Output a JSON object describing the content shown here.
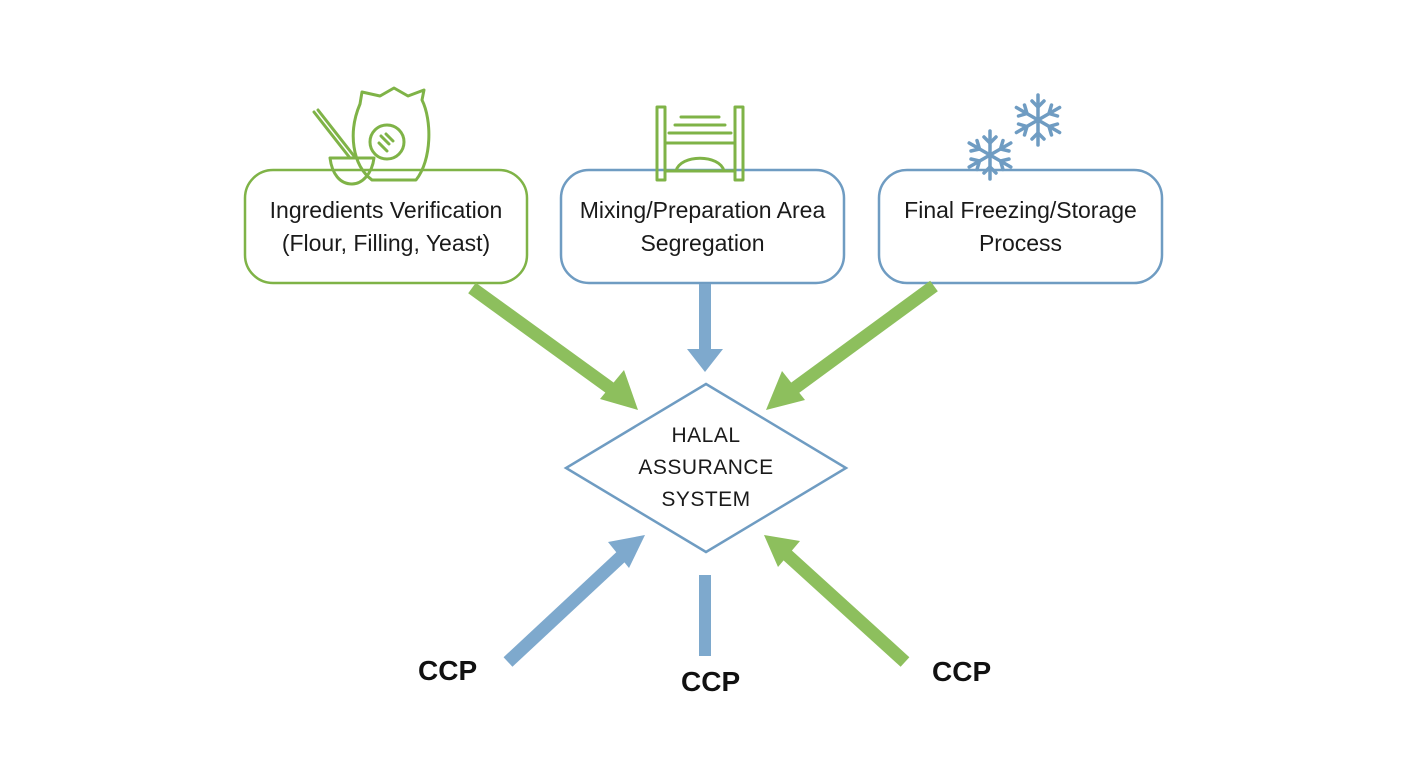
{
  "colors": {
    "green": "#8dbf5d",
    "green_stroke": "#7fb347",
    "blue": "#7ea9cd",
    "blue_stroke": "#6f9cc2",
    "text": "#1a1a1a"
  },
  "inputs": [
    {
      "lines": [
        "Ingredients Verification",
        "(Flour, Filling, Yeast)"
      ],
      "color": "green",
      "icon": "ingredients-bag-bowl-icon"
    },
    {
      "lines": [
        "Mixing/Preparation Area",
        "Segregation"
      ],
      "color": "blue",
      "icon": "segregated-prep-area-icon"
    },
    {
      "lines": [
        "Final Freezing/Storage",
        "Process"
      ],
      "color": "blue",
      "icon": "snowflake-icon"
    }
  ],
  "center": {
    "lines": [
      "HALAL",
      "ASSURANCE",
      "SYSTEM"
    ]
  },
  "ccps": [
    {
      "label": "CCP",
      "color": "blue"
    },
    {
      "label": "CCP",
      "color": "blue"
    },
    {
      "label": "CCP",
      "color": "green"
    }
  ]
}
